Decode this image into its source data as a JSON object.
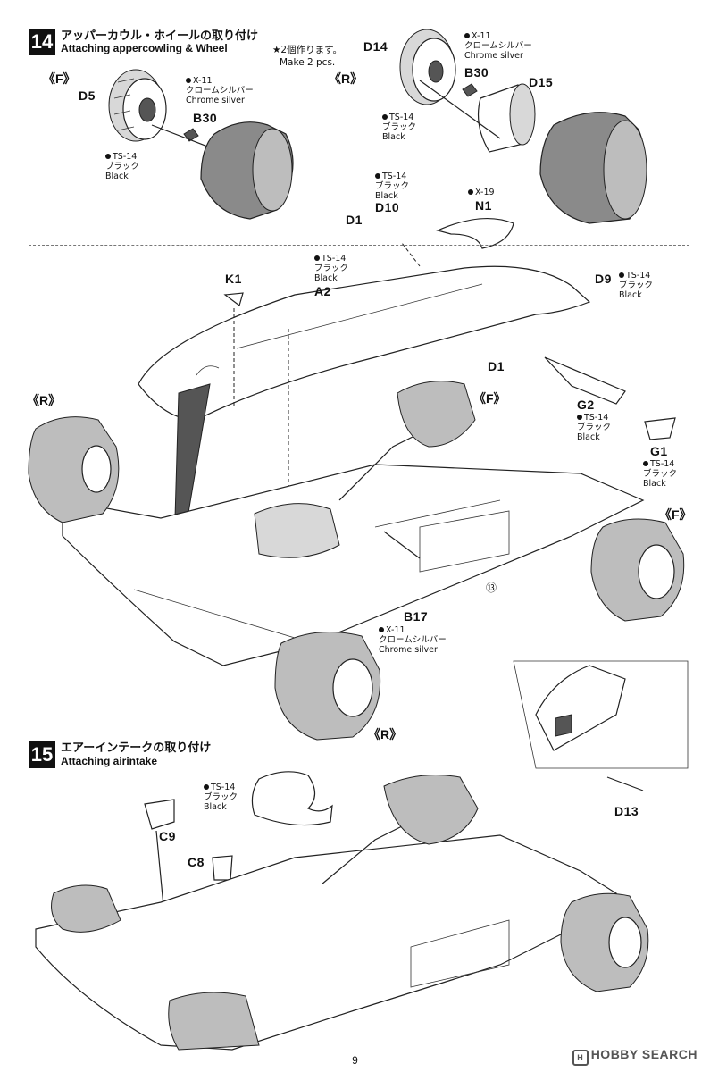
{
  "step14": {
    "number": "14",
    "title_jp": "アッパーカウル・ホイールの取り付け",
    "title_en": "Attaching appercowling & Wheel",
    "note_jp": "★2個作ります。",
    "note_en": "Make 2 pcs."
  },
  "step15": {
    "number": "15",
    "title_jp": "エアーインテークの取り付け",
    "title_en": "Attaching airintake"
  },
  "parts": {
    "D5": "D5",
    "B30_f": "B30",
    "D14": "D14",
    "B30_r": "B30",
    "D15": "D15",
    "D1_a": "D1",
    "D10": "D10",
    "N1": "N1",
    "K1": "K1",
    "A2": "A2",
    "D9": "D9",
    "D1_b": "D1",
    "G2": "G2",
    "G1": "G1",
    "B17": "B17",
    "C9": "C9",
    "C8": "C8",
    "D13": "D13",
    "ref13": "⑬"
  },
  "orientation": {
    "f1": "《F》",
    "r1": "《R》",
    "r2": "《R》",
    "f2": "《F》",
    "f3": "《F》",
    "r3": "《R》"
  },
  "paints": {
    "d5_chrome": {
      "code": "X-11",
      "jp": "クロームシルバー",
      "en": "Chrome silver"
    },
    "f_black": {
      "code": "TS-14",
      "jp": "ブラック",
      "en": "Black"
    },
    "d14_chrome": {
      "code": "X-11",
      "jp": "クロームシルバー",
      "en": "Chrome silver"
    },
    "r_black": {
      "code": "TS-14",
      "jp": "ブラック",
      "en": "Black"
    },
    "d10_black": {
      "code": "TS-14",
      "jp": "ブラック",
      "en": "Black"
    },
    "n1_clear": {
      "code": "X-19"
    },
    "a2_black": {
      "code": "TS-14",
      "jp": "ブラック",
      "en": "Black"
    },
    "d9_black": {
      "code": "TS-14",
      "jp": "ブラック",
      "en": "Black"
    },
    "g2_black": {
      "code": "TS-14",
      "jp": "ブラック",
      "en": "Black"
    },
    "g1_black": {
      "code": "TS-14",
      "jp": "ブラック",
      "en": "Black"
    },
    "b17_chrome": {
      "code": "X-11",
      "jp": "クロームシルバー",
      "en": "Chrome silver"
    },
    "c9_black": {
      "code": "TS-14",
      "jp": "ブラック",
      "en": "Black"
    }
  },
  "footer": {
    "page_number": "9",
    "watermark": "HOBBY SEARCH",
    "watermark_icon": "H"
  }
}
